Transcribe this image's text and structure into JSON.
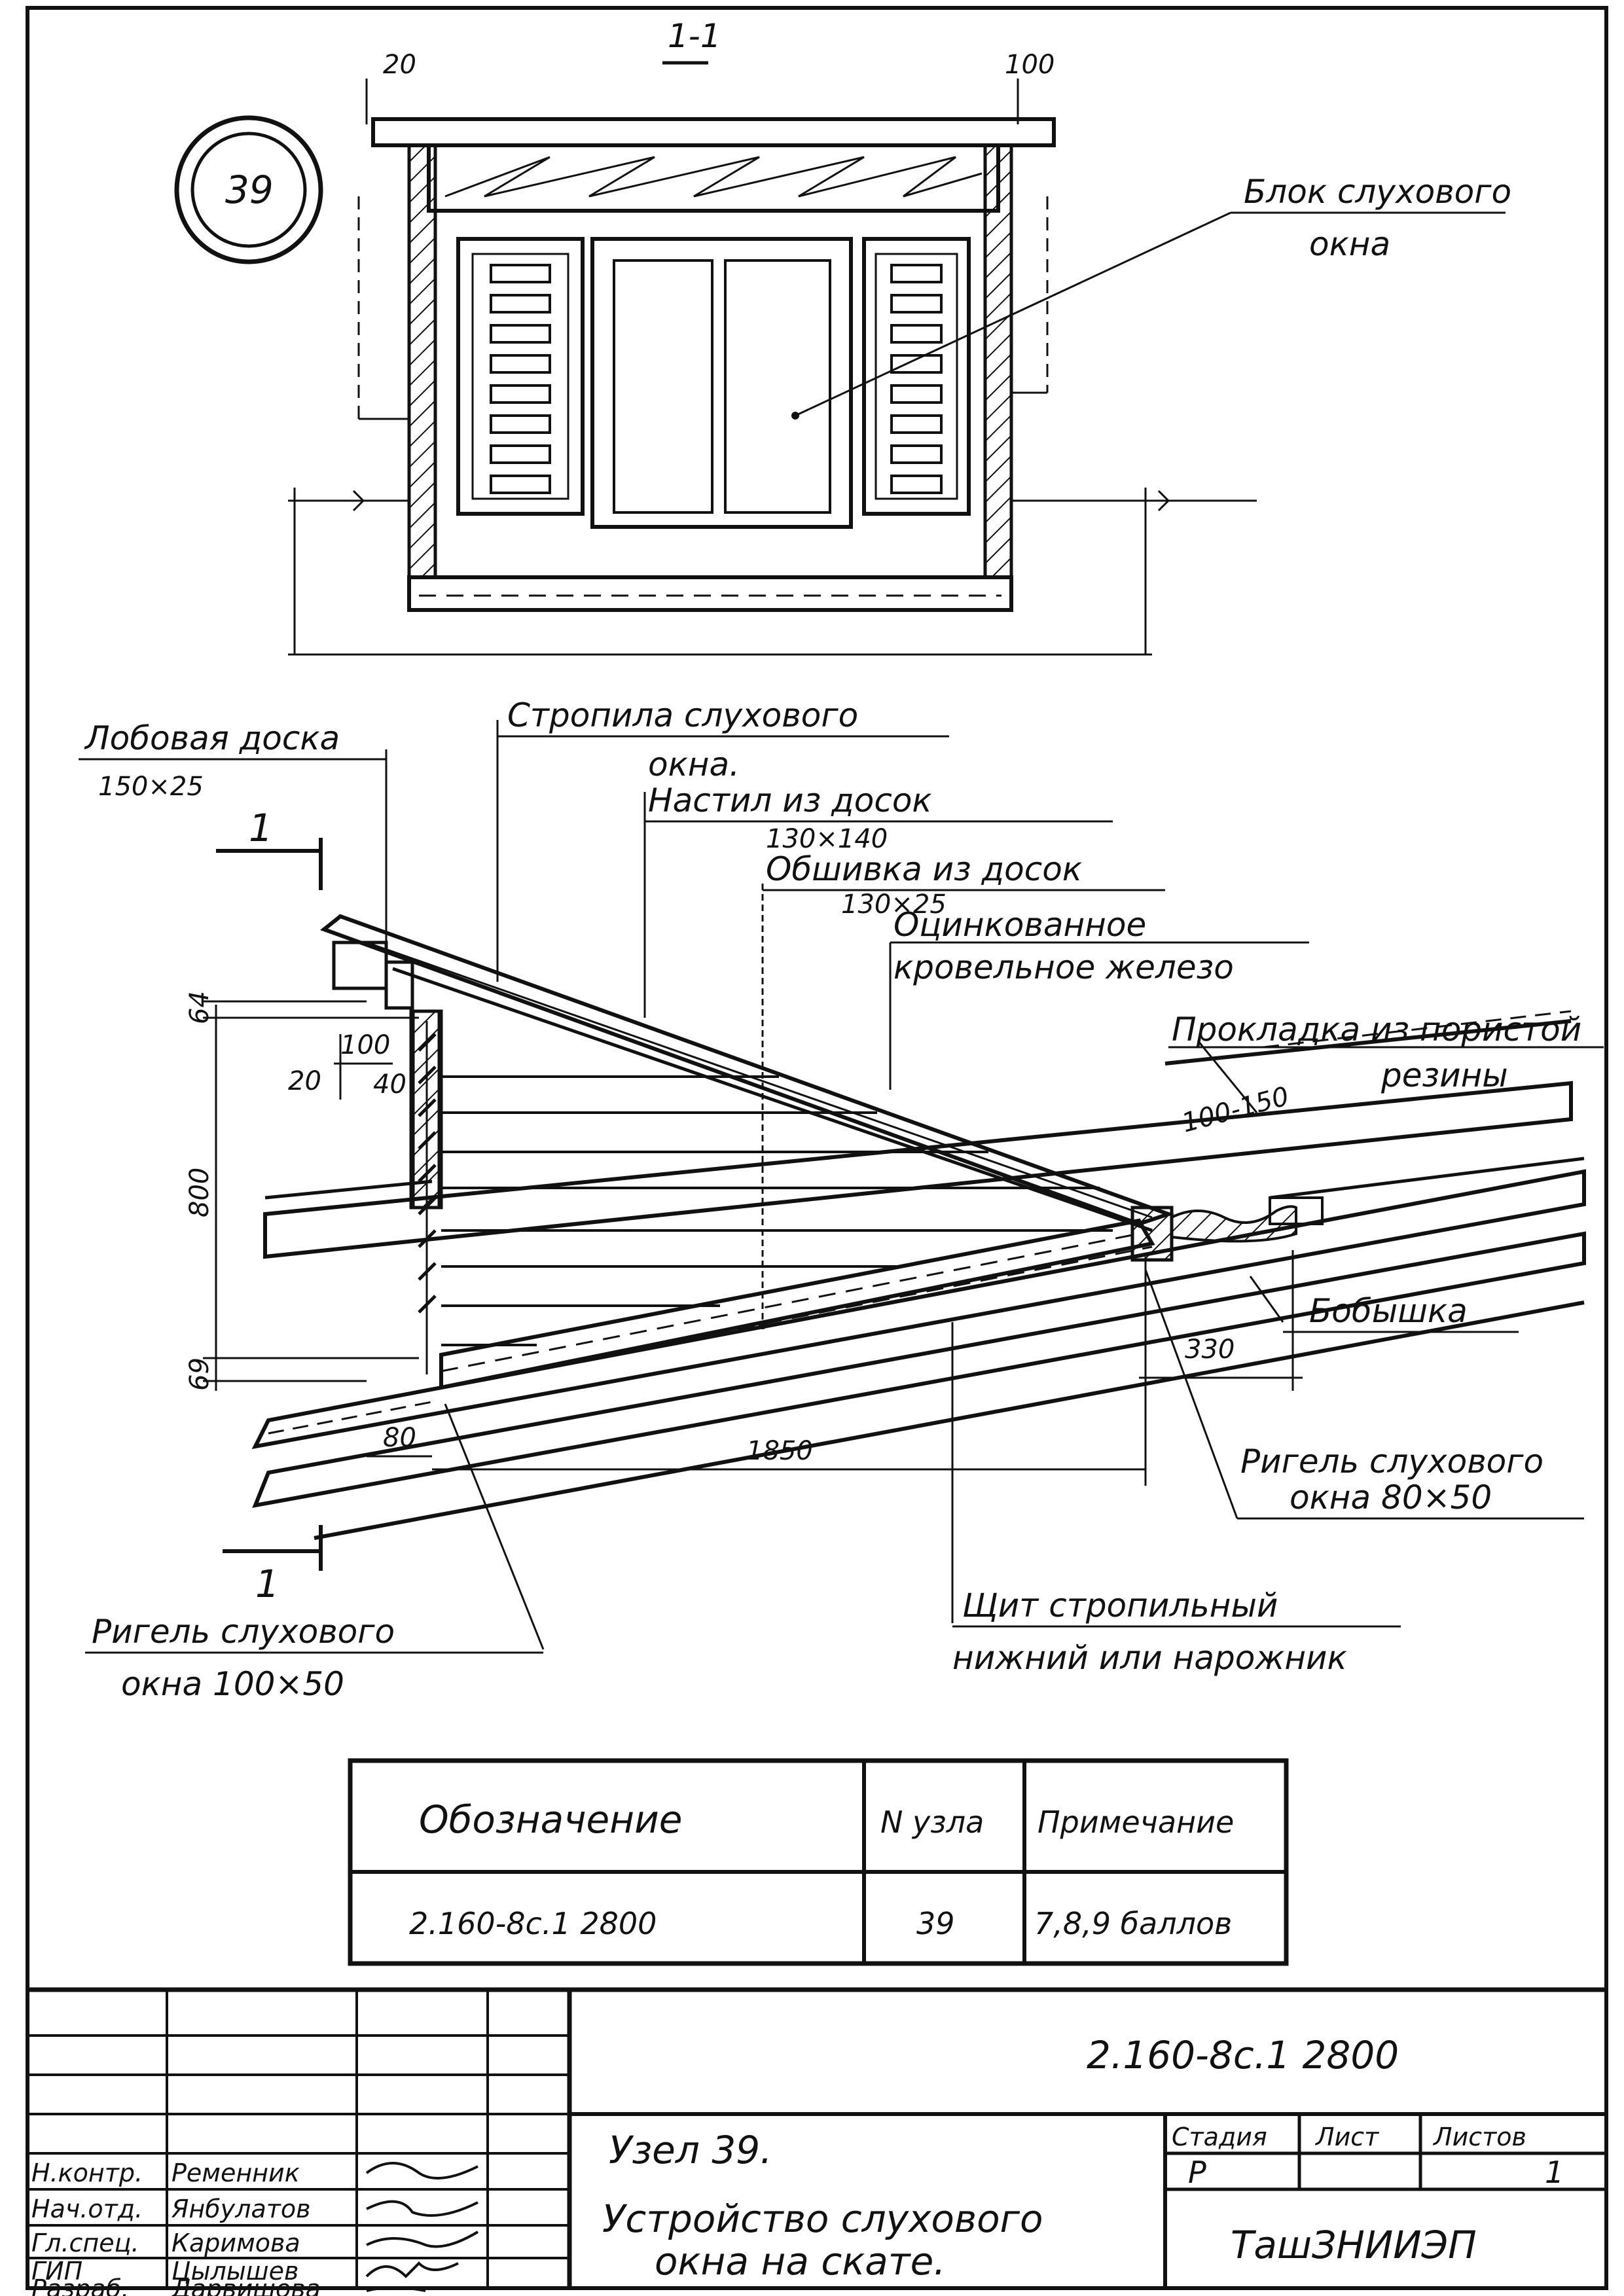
{
  "section_mark": "1-1",
  "node_badge": "39",
  "dims_top": {
    "left": "20",
    "right": "100"
  },
  "labels": {
    "block_line1": "Блок слухового",
    "block_line2": "окна",
    "front_board_line1": "Лобовая доска",
    "front_board_line2": "150×25",
    "rafters_line1": "Стропила слухового",
    "rafters_line2": "окна.",
    "decking_line1": "Настил из досок",
    "decking_line2": "130×140",
    "cladding_line1": "Обшивка из досок",
    "cladding_line2": "130×25",
    "galv_line1": "Оцинкованное",
    "galv_line2": "кровельное железо",
    "gasket_line1": "Прокладка из пористой",
    "gasket_line2": "резины",
    "boss": "Бобышка",
    "crossbar_right_line1": "Ригель слухового",
    "crossbar_right_line2": "окна 80×50",
    "shield_line1": "Щит стропильный",
    "shield_line2": "нижний или нарожник",
    "crossbar_left_line1": "Ригель слухового",
    "crossbar_left_line2": "окна 100×50"
  },
  "cut_marks": {
    "top": "1",
    "bottom": "1"
  },
  "dims": {
    "d64": "64",
    "d800": "800",
    "d69": "69",
    "d100": "100",
    "d20": "20",
    "d40": "40",
    "d100_150": "100-150",
    "d330": "330",
    "d80": "80",
    "d1850": "1850"
  },
  "spec_table": {
    "headers": [
      "Обозначение",
      "N узла",
      "Примечание"
    ],
    "row": [
      "2.160-8с.1   2800",
      "39",
      "7,8,9 баллов"
    ]
  },
  "title_block": {
    "doc_code": "2.160-8с.1  2800",
    "roles": [
      "Н.контр.",
      "Нач.отд.",
      "Гл.спец.",
      "ГИП",
      "Разраб."
    ],
    "names": [
      "Ременник",
      "Янбулатов",
      "Каримова",
      "Цылышев",
      "Дарвишова"
    ],
    "node_title": "Узел 39.",
    "desc_line1": "Устройство слухового",
    "desc_line2": "окна на скате.",
    "stage_header": "Стадия",
    "sheet_header": "Лист",
    "sheets_header": "Листов",
    "stage_value": "Р",
    "sheet_value": "",
    "sheets_value": "1",
    "org": "ТашЗНИИЭП"
  }
}
